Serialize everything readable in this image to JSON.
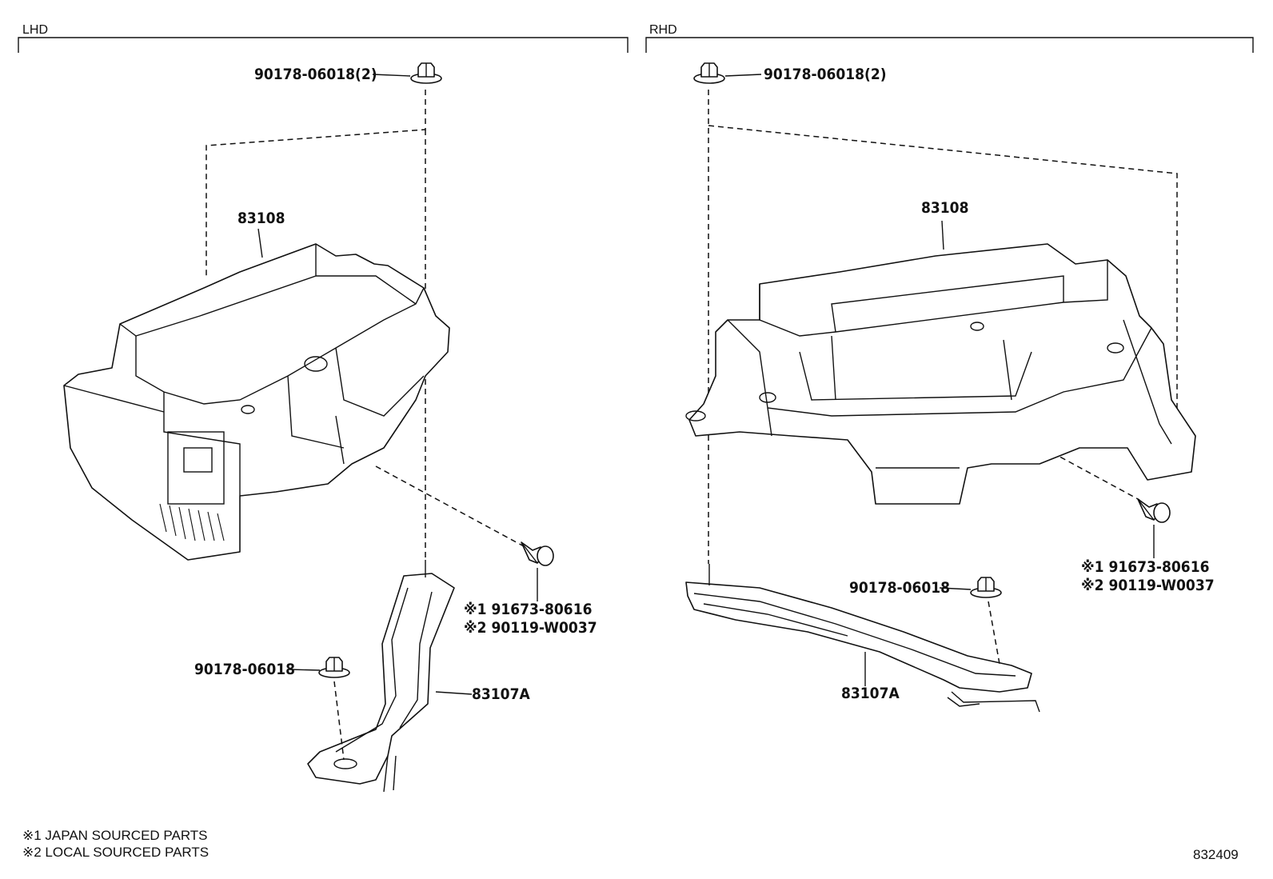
{
  "sections": {
    "left": "LHD",
    "right": "RHD"
  },
  "callouts": {
    "lhd_nut_top": "90178-06018(2)",
    "lhd_box": "83108",
    "lhd_bolt_1": "※1 91673-80616",
    "lhd_bolt_2": "※2 90119-W0037",
    "lhd_nut_bottom": "90178-06018",
    "lhd_bracket": "83107A",
    "rhd_nut_top": "90178-06018(2)",
    "rhd_box": "83108",
    "rhd_bolt_1": "※1 91673-80616",
    "rhd_bolt_2": "※2 90119-W0037",
    "rhd_nut_bottom": "90178-06018",
    "rhd_bracket": "83107A"
  },
  "notes": {
    "note1": "※1 JAPAN SOURCED PARTS",
    "note2": "※2 LOCAL SOURCED PARTS"
  },
  "diagram_number": "832409"
}
